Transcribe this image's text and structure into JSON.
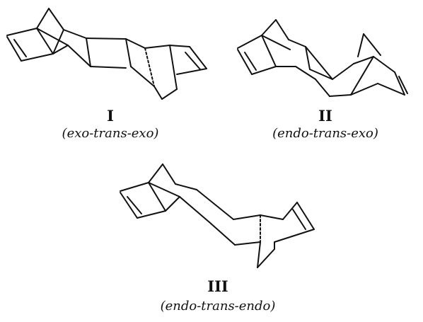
{
  "structures": [
    {
      "numeral": "I",
      "caption": "(exo-trans-exo)"
    },
    {
      "numeral": "II",
      "caption": "(endo-trans-exo)"
    },
    {
      "numeral": "III",
      "caption": "(endo-trans-endo)"
    }
  ]
}
